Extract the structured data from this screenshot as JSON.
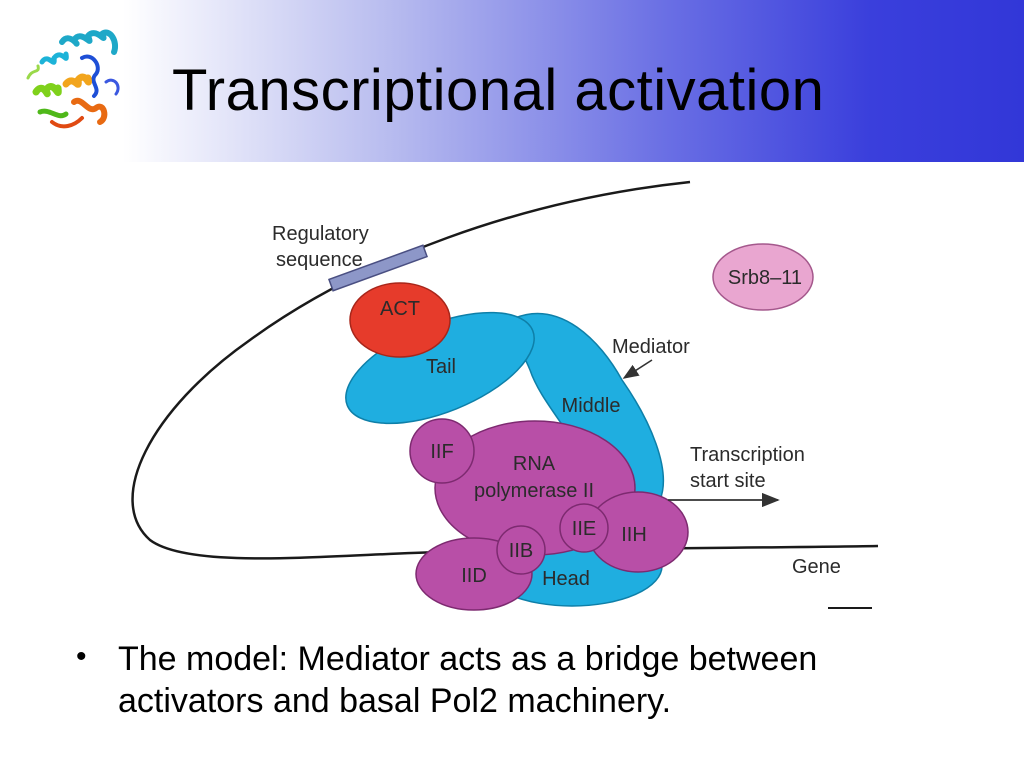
{
  "slide": {
    "title": "Transcriptional activation",
    "bullet": "The model: Mediator acts as a bridge between activators and basal Pol2 machinery."
  },
  "logo": {
    "icon": "protein-structure-ribbon-icon"
  },
  "diagram": {
    "regulatory_line1": "Regulatory",
    "regulatory_line2": "sequence",
    "act": "ACT",
    "tail": "Tail",
    "mediator": "Mediator",
    "middle": "Middle",
    "srb": "Srb8–11",
    "iif": "IIF",
    "rna_line1": "RNA",
    "rna_line2": "polymerase II",
    "iie": "IIE",
    "iih": "IIH",
    "iib": "IIB",
    "iid": "IID",
    "head": "Head",
    "tss_line1": "Transcription",
    "tss_line2": "start site",
    "gene": "Gene"
  },
  "colors": {
    "blue_fill": "#1faee0",
    "magenta_fill": "#b84fa7",
    "red_fill": "#e63b2b",
    "pink_fill": "#e9a6d0"
  }
}
